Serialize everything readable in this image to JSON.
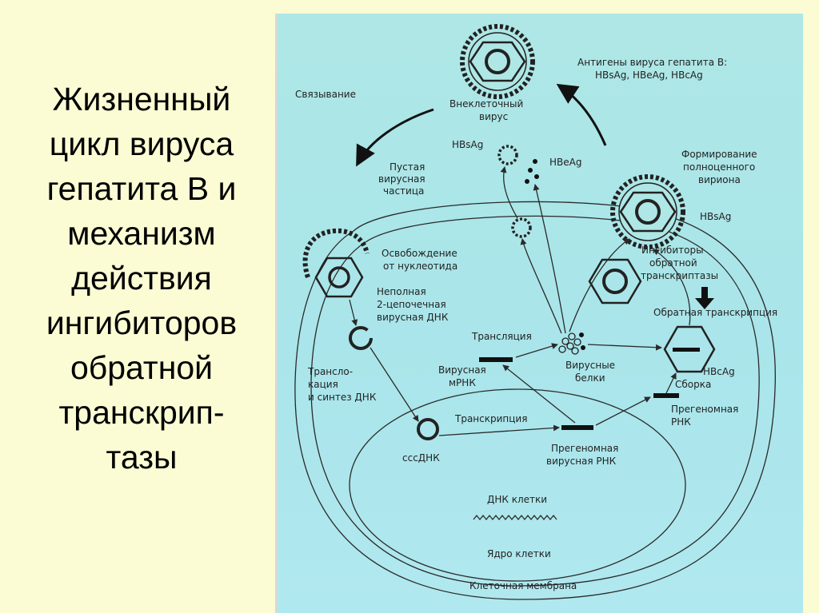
{
  "slide": {
    "title_lines": [
      "Жизненный",
      "цикл вируса",
      "гепатита В и",
      "механизм",
      "действия",
      "ингибиторов",
      "обратной",
      "транскрип-",
      "тазы"
    ]
  },
  "colors": {
    "slide_background": "#fbfbd4",
    "diagram_background": "#aee7e5",
    "line_color": "#2a2a2a"
  },
  "diagram": {
    "antigens_line1": "Антигены вируса гепатита В:",
    "antigens_line2": "HBsAg, HBeAg, HBcAg",
    "binding": "Связывание",
    "extracellular_line1": "Внеклеточный",
    "extracellular_line2": "вирус",
    "hbsag_top": "HBsAg",
    "hbeag_top": "HBeAg",
    "empty_particle_line1": "Пустая",
    "empty_particle_line2": "вирусная",
    "empty_particle_line3": "частица",
    "formation_line1": "Формирование",
    "formation_line2": "полноценного",
    "formation_line3": "вириона",
    "hbsag_right": "HBsAg",
    "release_line1": "Освобождение",
    "release_line2": "от нуклеотида",
    "inhibitors_line1": "Ингибиторы",
    "inhibitors_line2": "обратной",
    "inhibitors_line3": "транскриптазы",
    "partial_dna_line1": "Неполная",
    "partial_dna_line2": "2-цепочечная",
    "partial_dna_line3": "вирусная ДНК",
    "reverse_transcription": "Обратная транскрипция",
    "translation": "Трансляция",
    "translocation_line1": "Трансло-",
    "translocation_line2": "кация",
    "translocation_line3": "и синтез ДНК",
    "viral_mrna_line1": "Вирусная",
    "viral_mrna_line2": "мРНК",
    "viral_proteins_line1": "Вирусные",
    "viral_proteins_line2": "белки",
    "hbcag": "HBcAg",
    "assembly": "Сборка",
    "pregenomic_right_line1": "Прегеномная",
    "pregenomic_right_line2": "РНК",
    "transcription": "Транскрипция",
    "cccdna": "cccДНК",
    "pregenomic_line1": "Прегеномная",
    "pregenomic_line2": "вирусная РНК",
    "cell_dna": "ДНК клетки",
    "nucleus": "Ядро клетки",
    "membrane": "Клеточная мембрана"
  }
}
